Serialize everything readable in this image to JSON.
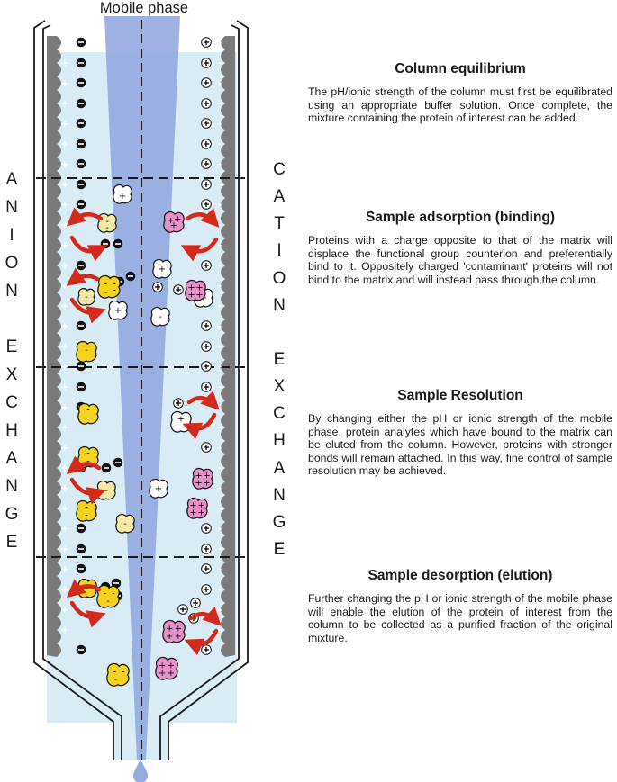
{
  "diagram": {
    "mobile_phase_label": "Mobile phase",
    "left_vertical_label": "ANION EXCHANGE",
    "right_vertical_label": "CATION EXCHANGE",
    "colors": {
      "column_fill": "#d9ecf5",
      "mobile_phase": "#96aadf",
      "matrix": "#7a7a7a",
      "arrow": "#d42a1c",
      "anion_protein": "#f5d21e",
      "anion_protein_light": "#f5eaa3",
      "cation_protein": "#e791c9"
    },
    "icons": [
      "negative-charge-icon",
      "positive-charge-icon",
      "protein-blob-icon",
      "exchange-arrow-icon",
      "droplet-icon"
    ]
  },
  "sections": [
    {
      "title": "Column equilibrium",
      "body": "The pH/ionic strength of the column must first be equilibrated using an appropriate buffer solution. Once complete, the mixture containing the protein of interest can be added."
    },
    {
      "title": "Sample adsorption (binding)",
      "body": "Proteins with a charge opposite to that of the matrix will displace the functional group counterion and preferentially bind to it. Oppositely charged 'contaminant' proteins will not bind to the matrix and will instead pass through the column."
    },
    {
      "title": "Sample Resolution",
      "body": "By changing either the pH or ionic strength of the mobile phase, protein analytes which have bound to the matrix can be eluted from the column. However, proteins with stronger bonds will remain attached. In this way, fine control of sample resolution may be achieved."
    },
    {
      "title": "Sample desorption (elution)",
      "body": "Further changing the pH or ionic strength of the mobile phase will enable the elution of the protein of interest from the column to be collected as a purified fraction of the original mixture."
    }
  ]
}
